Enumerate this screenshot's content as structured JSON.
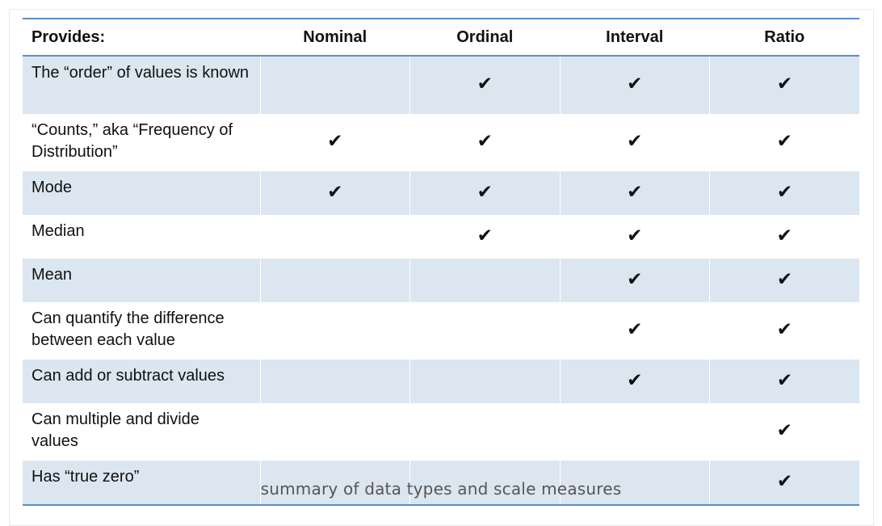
{
  "table": {
    "headers": [
      "Provides:",
      "Nominal",
      "Ordinal",
      "Interval",
      "Ratio"
    ],
    "check_symbol": "✔",
    "rows": [
      {
        "label": "The “order” of values is known",
        "checks": [
          false,
          true,
          true,
          true
        ]
      },
      {
        "label": "“Counts,” aka “Frequency of Distribution”",
        "checks": [
          true,
          true,
          true,
          true
        ]
      },
      {
        "label": "Mode",
        "checks": [
          true,
          true,
          true,
          true
        ]
      },
      {
        "label": "Median",
        "checks": [
          false,
          true,
          true,
          true
        ]
      },
      {
        "label": "Mean",
        "checks": [
          false,
          false,
          true,
          true
        ]
      },
      {
        "label": "Can quantify the difference between each value",
        "checks": [
          false,
          false,
          true,
          true
        ]
      },
      {
        "label": "Can add or subtract values",
        "checks": [
          false,
          false,
          true,
          true
        ]
      },
      {
        "label": "Can multiple and divide values",
        "checks": [
          false,
          false,
          false,
          true
        ]
      },
      {
        "label": "Has “true zero”",
        "checks": [
          false,
          false,
          false,
          true
        ]
      }
    ]
  },
  "caption": "summary of data types and scale measures",
  "colors": {
    "accent_rule": "#5b8ec8",
    "shaded_row": "#dce6f1"
  }
}
